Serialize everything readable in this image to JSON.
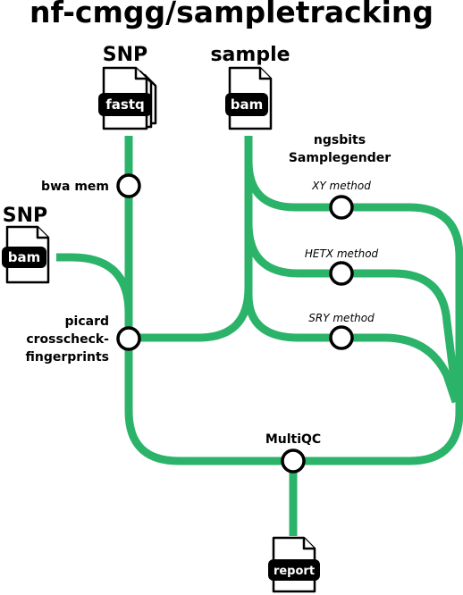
{
  "title": "nf-cmgg/sampletracking",
  "inputs": {
    "snp_fastq": {
      "header": "SNP",
      "file": "fastq"
    },
    "sample_bam": {
      "header": "sample",
      "file": "bam"
    },
    "snp_bam": {
      "header": "SNP",
      "file": "bam"
    }
  },
  "steps": {
    "bwa_mem": "bwa mem",
    "picard": [
      "picard",
      "crosscheck-",
      "fingerprints"
    ],
    "ngsbits": [
      "ngsbits",
      "Samplegender"
    ],
    "xy_method": "XY method",
    "hetx_method": "HETX method",
    "sry_method": "SRY method",
    "multiqc": "MultiQC"
  },
  "output": {
    "file": "report"
  },
  "colors": {
    "line": "#2bb36a",
    "node_stroke": "#000000",
    "tag_fill": "#000000"
  }
}
